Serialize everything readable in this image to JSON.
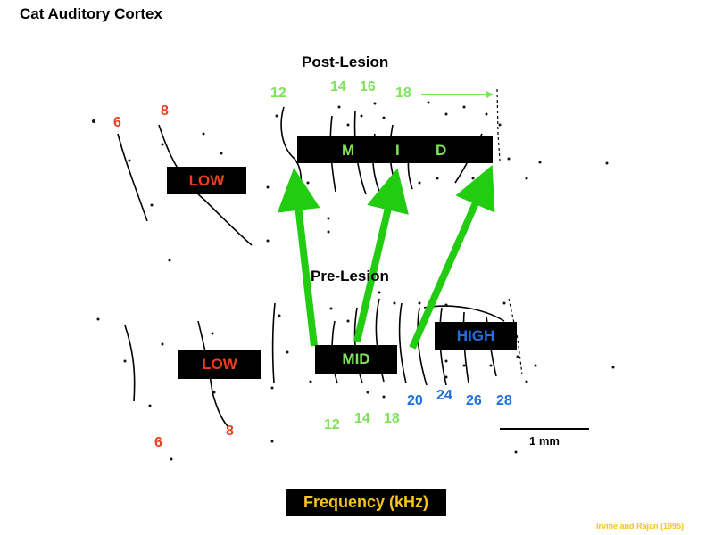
{
  "title": "Cat Auditory Cortex",
  "post_lesion": {
    "heading": "Post-Lesion",
    "low_label": "LOW",
    "mid_letters": [
      "M",
      "I",
      "D"
    ],
    "freq_labels_red": [
      "6",
      "8"
    ],
    "freq_labels_green": [
      "12",
      "14",
      "16",
      "18"
    ]
  },
  "pre_lesion": {
    "heading": "Pre-Lesion",
    "low_label": "LOW",
    "mid_label": "MID",
    "high_label": "HIGH",
    "freq_labels_red": [
      "6",
      "8"
    ],
    "freq_labels_green": [
      "12",
      "14",
      "18"
    ],
    "freq_labels_blue": [
      "20",
      "24",
      "26",
      "28"
    ]
  },
  "scale_bar_label": "1 mm",
  "axis_label": "Frequency (kHz)",
  "credit": "Irvine and Rajan (1995)",
  "colors": {
    "low": "#e8401c",
    "mid": "#7fe35a",
    "high": "#1f6fe0",
    "arrow": "#22cc11",
    "axis_label": "#f5c518"
  }
}
